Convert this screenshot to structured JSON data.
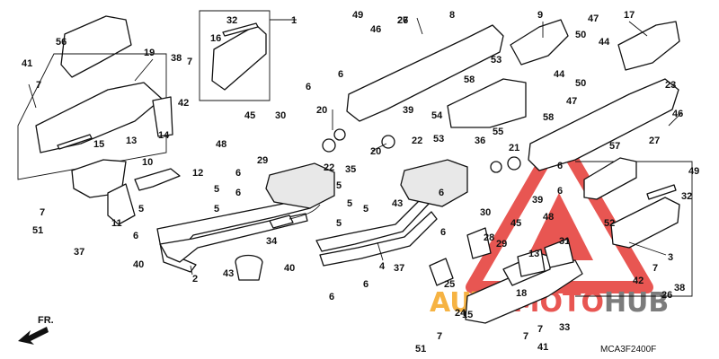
{
  "diagram": {
    "code": "MCA3F2400F",
    "direction_label": "FR.",
    "watermark": {
      "word_a": "AUTO",
      "word_b": "MOTO",
      "word_c": "HUB",
      "color_red": "#e53935",
      "color_orange": "#f5a623",
      "color_gray": "#666666"
    },
    "callouts": [
      "1",
      "2",
      "3",
      "4",
      "5",
      "5",
      "5",
      "5",
      "5",
      "5",
      "5",
      "6",
      "6",
      "6",
      "6",
      "6",
      "6",
      "6",
      "6",
      "6",
      "6",
      "6",
      "7",
      "7",
      "7",
      "7",
      "7",
      "7",
      "7",
      "8",
      "9",
      "10",
      "11",
      "12",
      "13",
      "13",
      "14",
      "15",
      "15",
      "16",
      "17",
      "18",
      "19",
      "20",
      "20",
      "21",
      "22",
      "22",
      "23",
      "24",
      "25",
      "26",
      "26",
      "27",
      "27",
      "28",
      "29",
      "29",
      "30",
      "30",
      "31",
      "32",
      "32",
      "33",
      "34",
      "35",
      "36",
      "37",
      "37",
      "38",
      "38",
      "39",
      "39",
      "40",
      "40",
      "41",
      "41",
      "42",
      "42",
      "43",
      "43",
      "44",
      "44",
      "45",
      "45",
      "46",
      "46",
      "47",
      "47",
      "48",
      "48",
      "49",
      "49",
      "50",
      "50",
      "51",
      "51",
      "52",
      "53",
      "53",
      "54",
      "55",
      "56",
      "57",
      "58",
      "58"
    ]
  }
}
